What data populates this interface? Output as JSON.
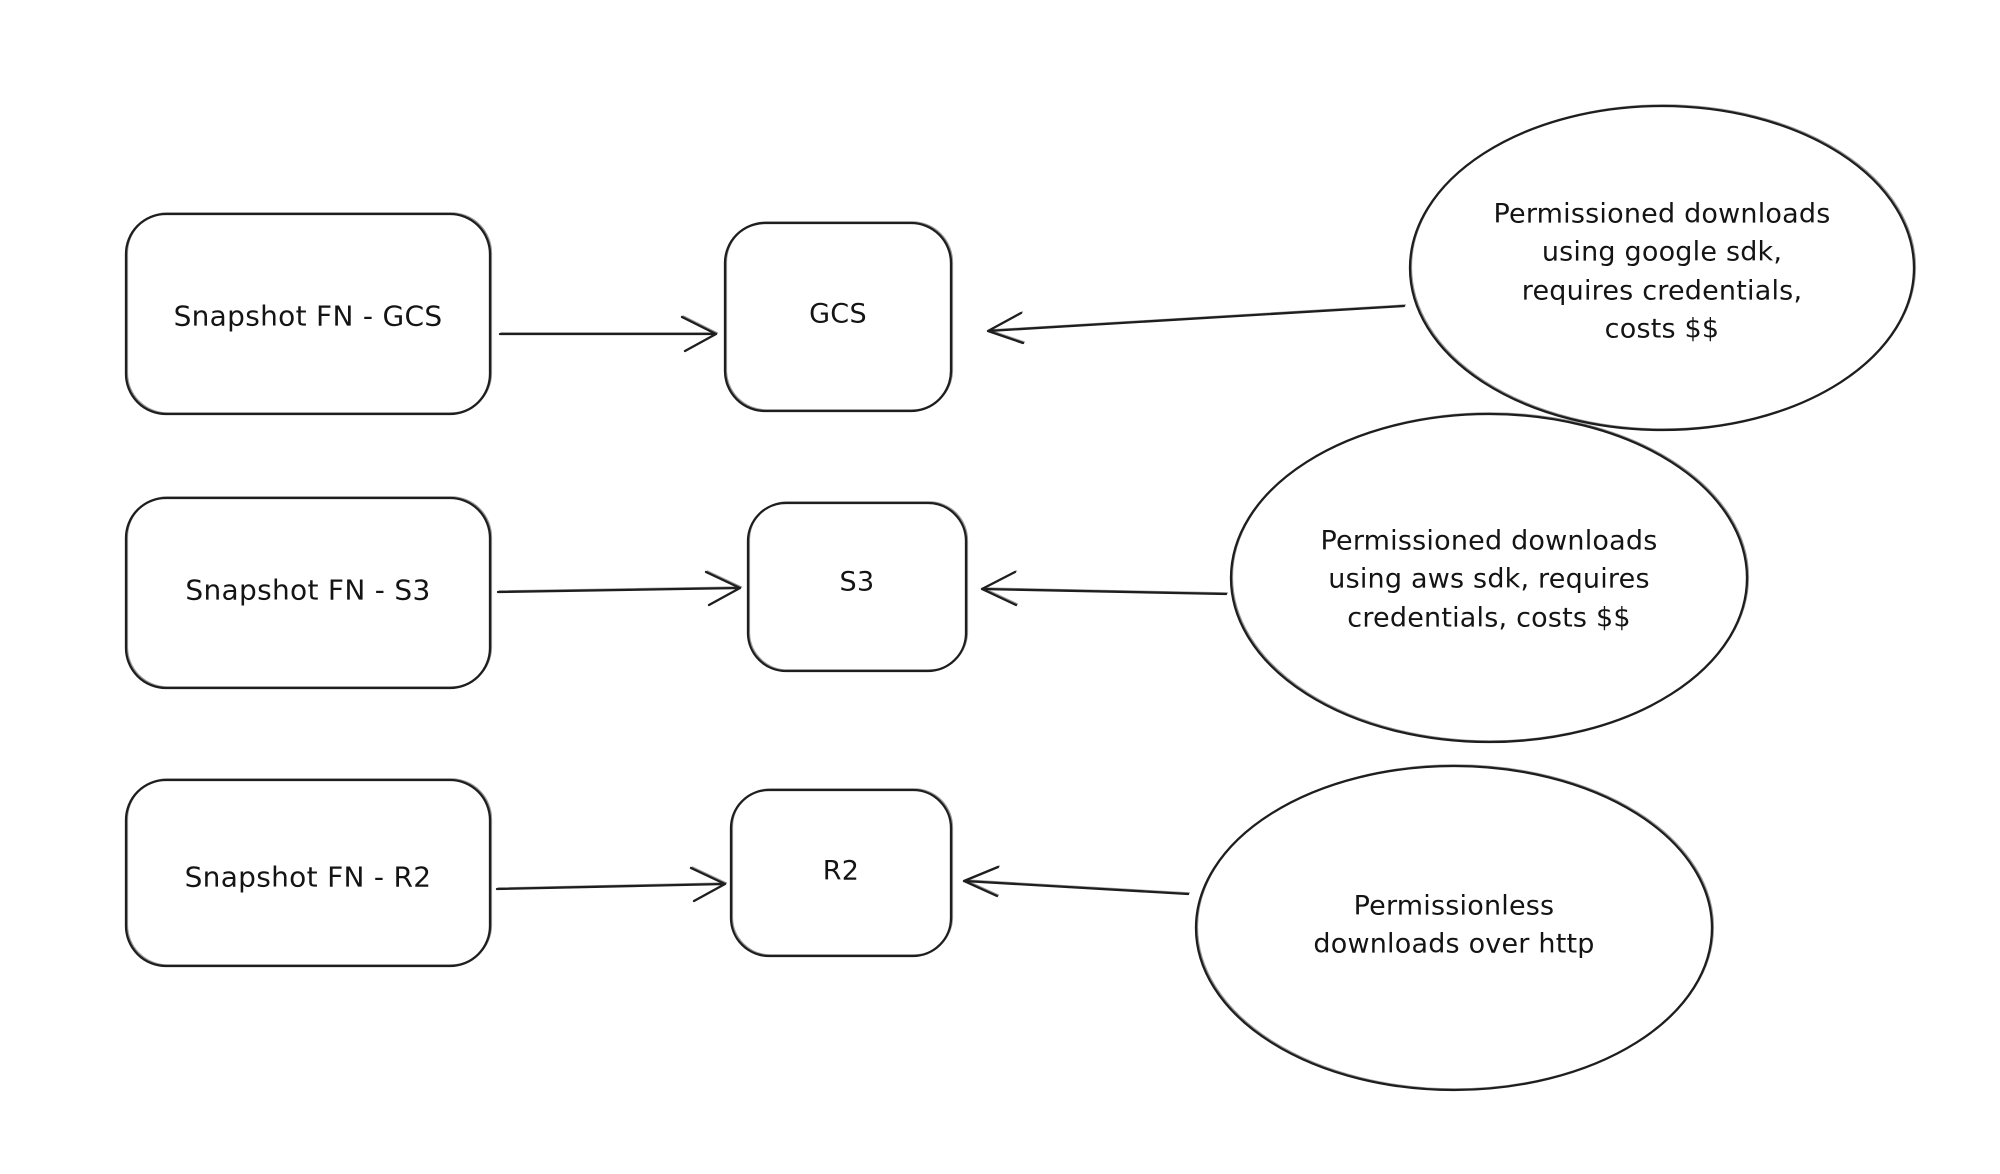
{
  "canvas": {
    "background": "#ffffff",
    "stroke_color": "#1e1e1e",
    "text_color": "#141414"
  },
  "diagram": {
    "kind": "hand-drawn flow diagram",
    "rows": [
      {
        "id": "gcs",
        "source_label": "Snapshot FN - GCS",
        "target_label": "GCS",
        "note": "Permissioned downloads\nusing google sdk,\nrequires credentials,\ncosts $$"
      },
      {
        "id": "s3",
        "source_label": "Snapshot FN - S3",
        "target_label": "S3",
        "note": "Permissioned downloads\nusing aws sdk, requires\ncredentials, costs $$"
      },
      {
        "id": "r2",
        "source_label": "Snapshot FN - R2",
        "target_label": "R2",
        "note": "Permissionless\ndownloads over http"
      }
    ],
    "connections": [
      {
        "from": "snapshot-fn-gcs",
        "to": "gcs",
        "style": "arrow"
      },
      {
        "from": "note-gcs",
        "to": "gcs",
        "style": "arrow"
      },
      {
        "from": "snapshot-fn-s3",
        "to": "s3",
        "style": "arrow"
      },
      {
        "from": "note-s3",
        "to": "s3",
        "style": "arrow"
      },
      {
        "from": "snapshot-fn-r2",
        "to": "r2",
        "style": "arrow"
      },
      {
        "from": "note-r2",
        "to": "r2",
        "style": "arrow"
      }
    ]
  }
}
